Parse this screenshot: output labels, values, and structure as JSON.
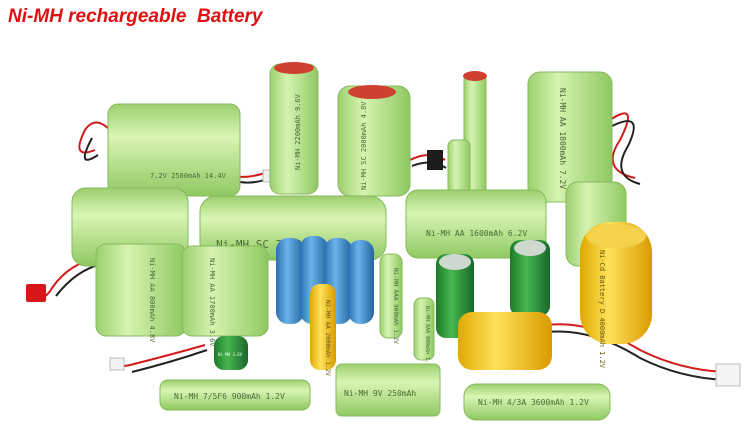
{
  "title": "Ni-MH rechargeable  Battery",
  "colors": {
    "title": "#e01010",
    "pack_green": "#b8e68a",
    "pack_green_dark": "#8fc862",
    "blue_cell": "#3a8fd0",
    "yellow_cell": "#f2c814",
    "dark_green_cell": "#2f9a3a",
    "wire_red": "#d21a1a",
    "wire_black": "#222222"
  },
  "labels": {
    "pack_top_left": "7.2V  2500mAh  14.4V",
    "pack_tall_1": "Ni-MH 2200mAh 9.6V",
    "pack_tall_2": "Ni-MH SC 2000mAh 4.8V",
    "pack_right_tall": "Ni-MH AA 1800mAh 7.2V",
    "pack_sc_row": "Ni-MH SC 2500mAh 6V",
    "pack_aa_1600": "Ni-MH AA 1600mAh 6.2V",
    "pack_left_small": "Ni-MH AA 800mAh 4.8V",
    "pack_left_mid": "Ni-MH AA 1700mAh 3.6V",
    "cell_aaa": "Ni-MH AAA 900mAh 1.2V",
    "cell_aa": "Ni-MH AA 2000mAh 1.2V",
    "cell_small": "Ni-MH AAA 800mAh 1.2V",
    "cell_d": "Ni-Cd Battery D 4000mAh 1.2V",
    "stick_7_5f6": "Ni-MH 7/5F6 900mAh 1.2V",
    "block_9v": "Ni-MH 9V 250mAh",
    "cell_4_3a": "Ni-MH 4/3A 3600mAh 1.2V",
    "mini_cell": "Ni-MH 3.6V"
  }
}
